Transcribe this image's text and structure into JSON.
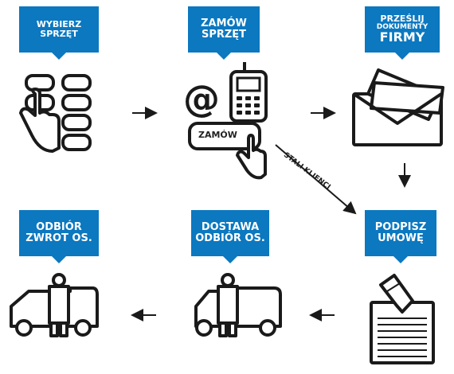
{
  "steps": [
    {
      "lines": [
        "WYBIERZ",
        "SPRZĘT"
      ]
    },
    {
      "lines": [
        "ZAMÓW",
        "SPRZĘT"
      ]
    },
    {
      "lines": [
        "PRZEŚLIJ",
        "DOKUMENTY",
        "FIRMY"
      ]
    },
    {
      "lines": [
        "PODPISZ",
        "UMOWĘ"
      ]
    },
    {
      "lines": [
        "DOSTAWA",
        "ODBIÓR OS."
      ]
    },
    {
      "lines": [
        "ODBIÓR",
        "ZWROT OS."
      ]
    }
  ],
  "shortcut_label": "STALI KLIENCI",
  "order_button_text": "ZAMÓW",
  "email_symbol": "@",
  "colors": {
    "accent": "#0b78c0",
    "ink": "#1a1a1a"
  },
  "icons": [
    "keypad-hand-icon",
    "email-icon",
    "mobile-phone-icon",
    "order-button-icon",
    "envelope-documents-icon",
    "contract-signing-icon",
    "delivery-van-icon",
    "pickup-van-icon"
  ]
}
